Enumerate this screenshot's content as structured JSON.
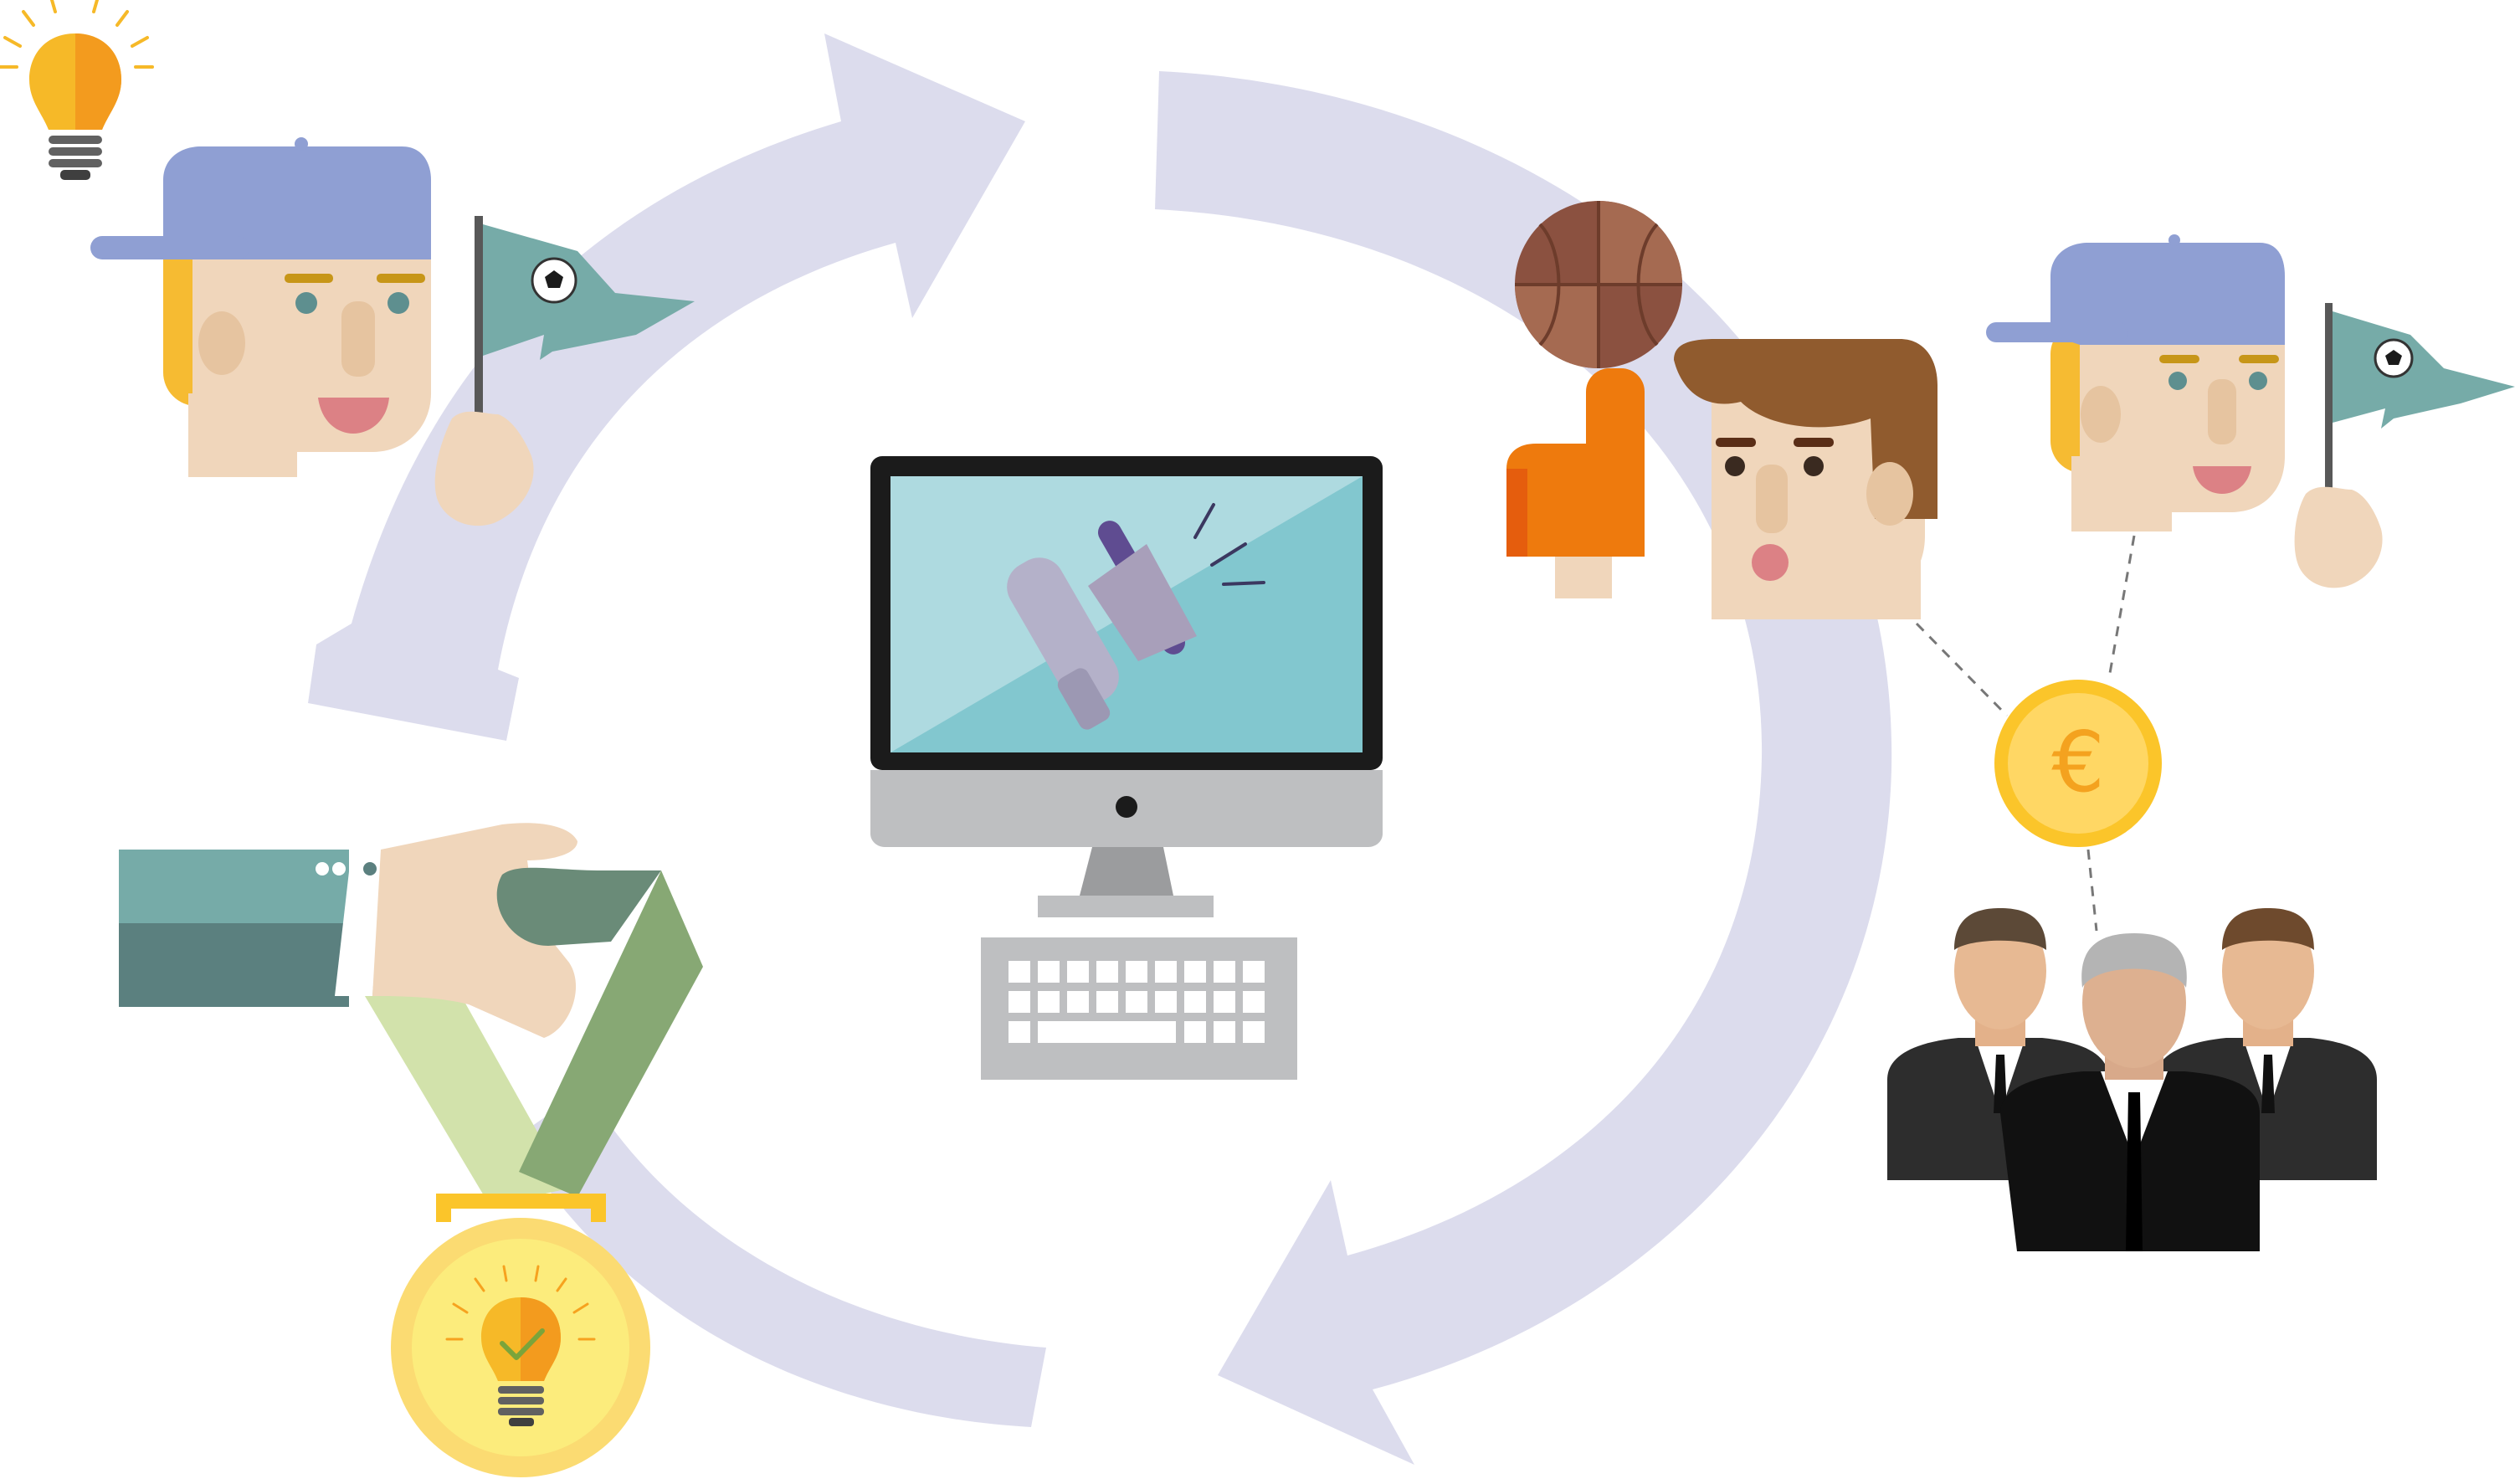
{
  "colors": {
    "cycle_arrow": "#dcdced",
    "cap": "#8f9fd3",
    "hair_blonde": "#f6bb32",
    "hair_brown": "#905b2e",
    "skin": "#f0d6bb",
    "skin_shade": "#e6c4a0",
    "pennant": "#76aba8",
    "screen_light": "#aedae0",
    "screen_dark": "#82c7cf",
    "monitor_frame": "#1b1b1b",
    "monitor_base": "#bebfc1",
    "keyboard": "#bebfc1",
    "coin": "#fbc52a",
    "coin_symbol": "#f4a21f",
    "basketball": "#8b5140",
    "foam_finger": "#ee7a0d",
    "sleeve": "#6d9f9b",
    "ribbon_dark": "#87a874",
    "ribbon_light": "#d2e2ab",
    "medal": "#fbdb72",
    "suit": "#2d2d2d",
    "megaphone": "#b6a9c6",
    "bulb": "#f6b928"
  },
  "icons": [
    "cycle-arrows",
    "idea-bulb-icon",
    "fan-with-cap-and-pennant",
    "computer-with-megaphone",
    "fan-with-basketball-and-foam-finger",
    "fan-with-cap-and-pennant",
    "euro-coin-icon",
    "business-group",
    "hand-holding-medal",
    "medal-bulb-check-icon"
  ],
  "coin": {
    "symbol": "€"
  }
}
